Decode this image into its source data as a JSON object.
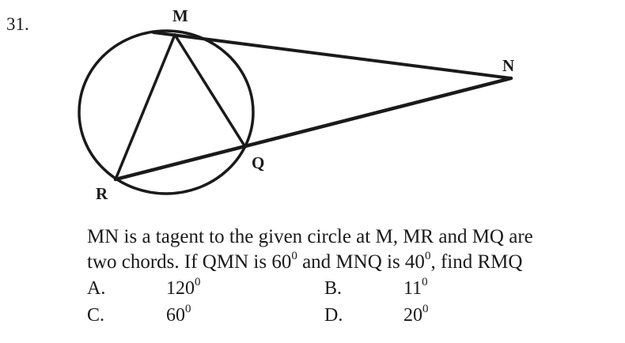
{
  "question_number": "31.",
  "figure": {
    "labels": {
      "M": "M",
      "N": "N",
      "Q": "Q",
      "R": "R"
    }
  },
  "question": {
    "line1": "MN is a tagent to the given circle at M, MR and MQ are",
    "line2_a": "two chords. If QMN is 60",
    "line2_sup1": "0",
    "line2_b": " and MNQ is 40",
    "line2_sup2": "0",
    "line2_c": ", find RMQ"
  },
  "options": [
    {
      "letter": "A.",
      "value": "120",
      "unit": "0"
    },
    {
      "letter": "B.",
      "value": "11",
      "unit": "0"
    },
    {
      "letter": "C.",
      "value": "60",
      "unit": "0"
    },
    {
      "letter": "D.",
      "value": "20",
      "unit": "0"
    }
  ]
}
